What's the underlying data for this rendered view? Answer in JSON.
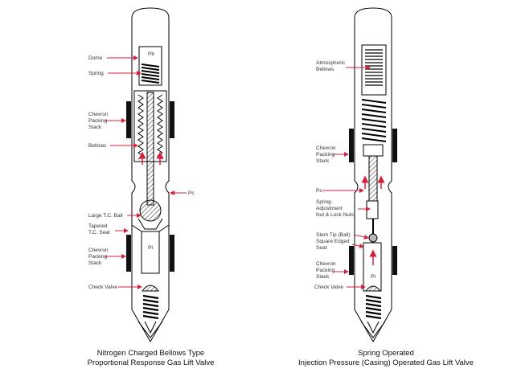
{
  "colors": {
    "arrow": "#d4213a",
    "outline": "#000000",
    "fill_gray": "#b9b9b9",
    "dark_gray": "#7a7a7a"
  },
  "left_valve": {
    "labels": {
      "dome": "Dome",
      "spring": "Spring",
      "chevron_top_1": "Chevron",
      "chevron_top_2": "Packing",
      "chevron_top_3": "Stack",
      "bellows": "Bellows",
      "pc": "Pc",
      "large_ball": "Large T.C. Ball",
      "tapered_1": "Tapered",
      "tapered_2": "T.C. Seat",
      "chevron_bot_1": "Chevron",
      "chevron_bot_2": "Packing",
      "chevron_bot_3": "Stack",
      "check_valve": "Check Valve",
      "pb": "Pb",
      "pt": "Pt"
    },
    "caption_line1": "Nitrogen Charged Bellows Type",
    "caption_line2": "Proportional Response Gas Lift Valve"
  },
  "right_valve": {
    "labels": {
      "atm_1": "Atmospheric",
      "atm_2": "Bellows",
      "chevron_top_1": "Chevron",
      "chevron_top_2": "Packing",
      "chevron_top_3": "Stack",
      "pc": "Pc",
      "spring_adj_1": "Spring",
      "spring_adj_2": "Adjustment",
      "spring_adj_3": "Nut & Lock Nuts",
      "stem_tip": "Stem Tip (Ball)",
      "square_1": "Square Edged",
      "square_2": "Seat",
      "chevron_bot_1": "Chevron",
      "chevron_bot_2": "Packing",
      "chevron_bot_3": "Stack",
      "check_valve": "Check Valve",
      "pt": "Pt"
    },
    "caption_line1": "Spring Operated",
    "caption_line2": "Injection Pressure (Casing) Operated Gas Lift Valve"
  }
}
